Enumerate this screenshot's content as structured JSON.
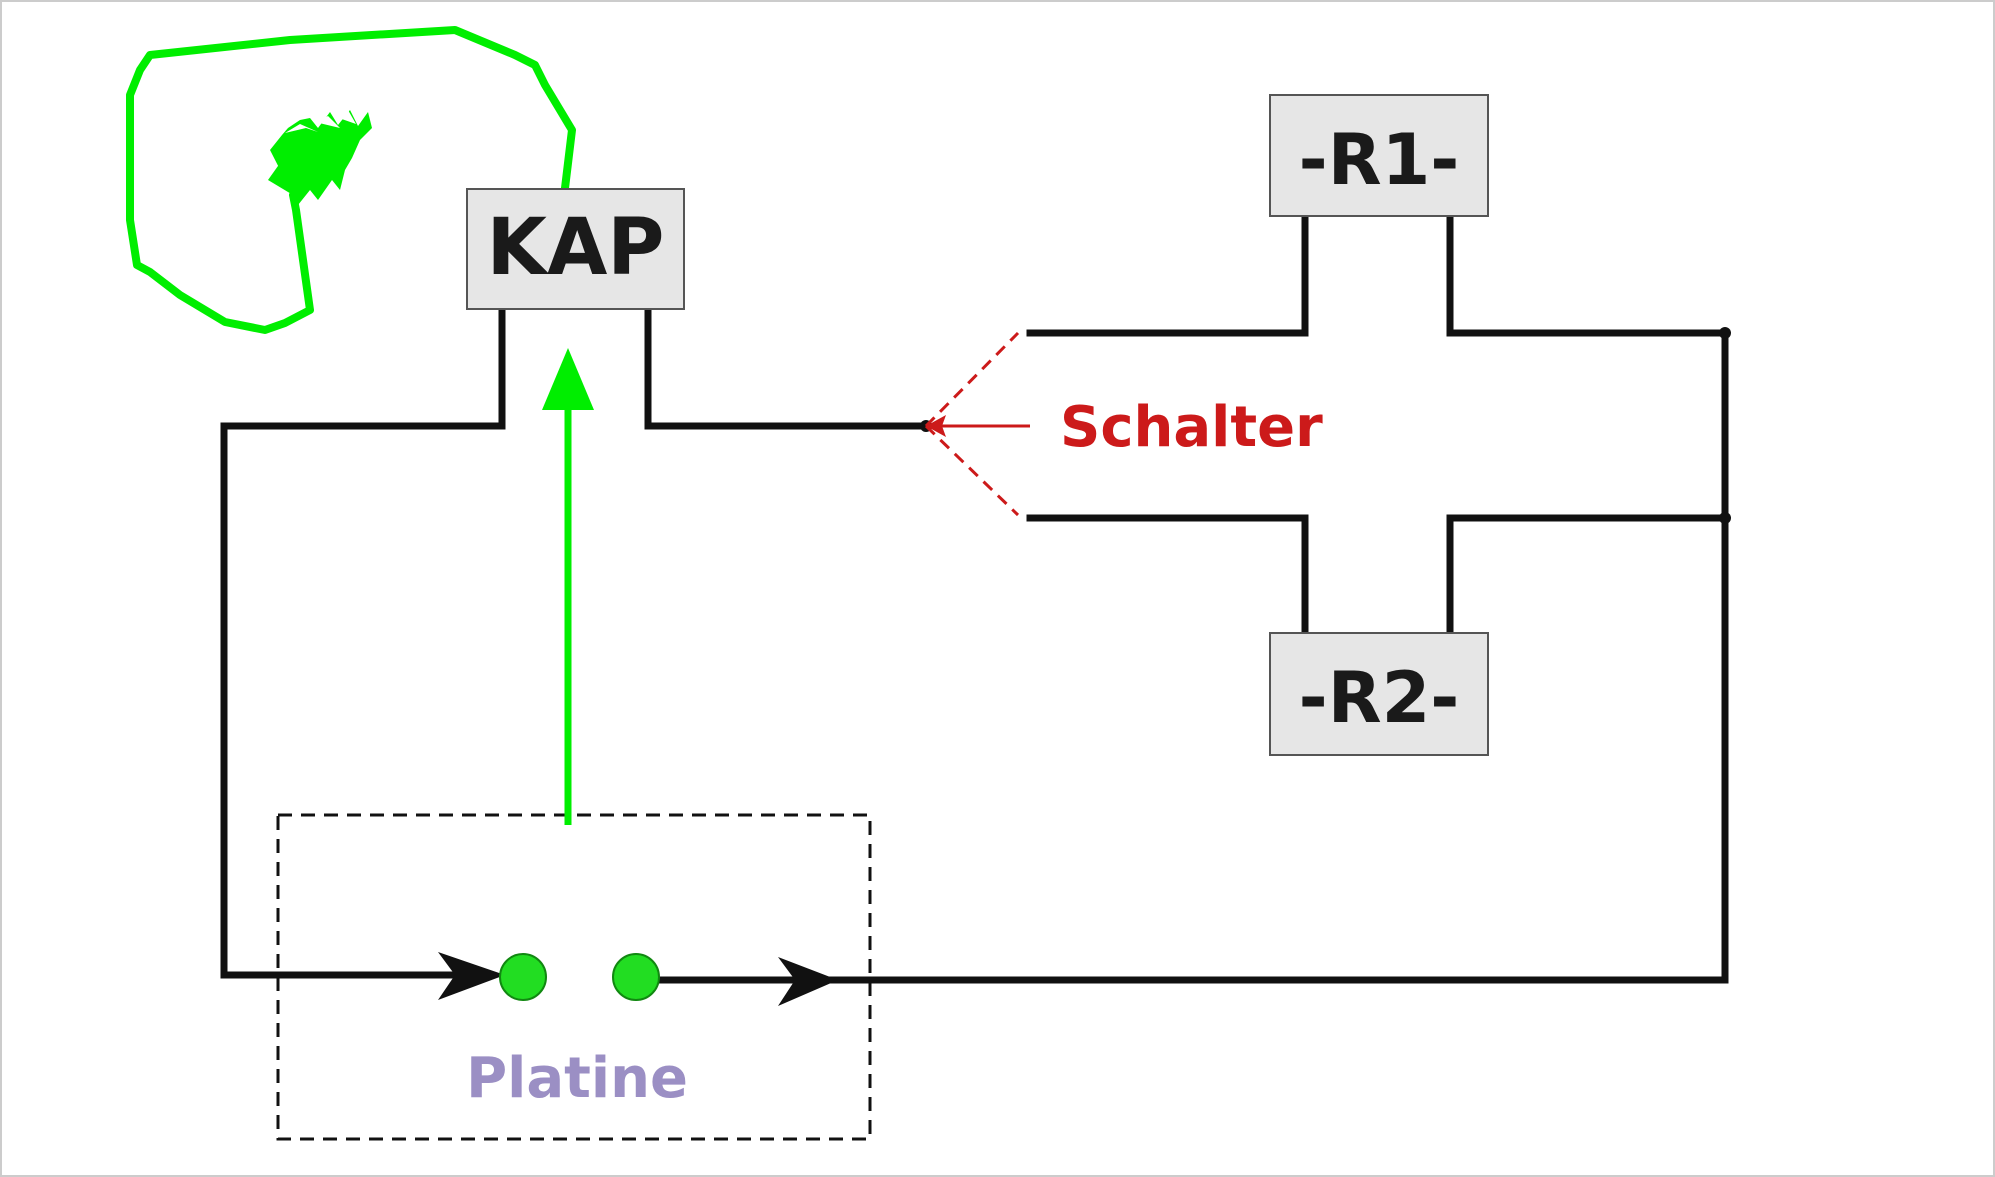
{
  "labels": {
    "kap": "KAP",
    "r1": "-R1-",
    "r2": "-R2-",
    "schalter": "Schalter",
    "platine": "Platine"
  },
  "colors": {
    "wire": "#111111",
    "box_fill": "#e6e6e6",
    "box_border": "#555555",
    "signal": "#00ee00",
    "switch": "#cc1a1a",
    "platine_label": "#9b8fc4",
    "dot": "#22dd22",
    "frame": "#cccccc"
  },
  "icons": {
    "signal_arrow": "arrow-up-icon",
    "loop_arrow": "curved-arrow-icon",
    "flow_arrow": "arrowhead-right-icon"
  }
}
